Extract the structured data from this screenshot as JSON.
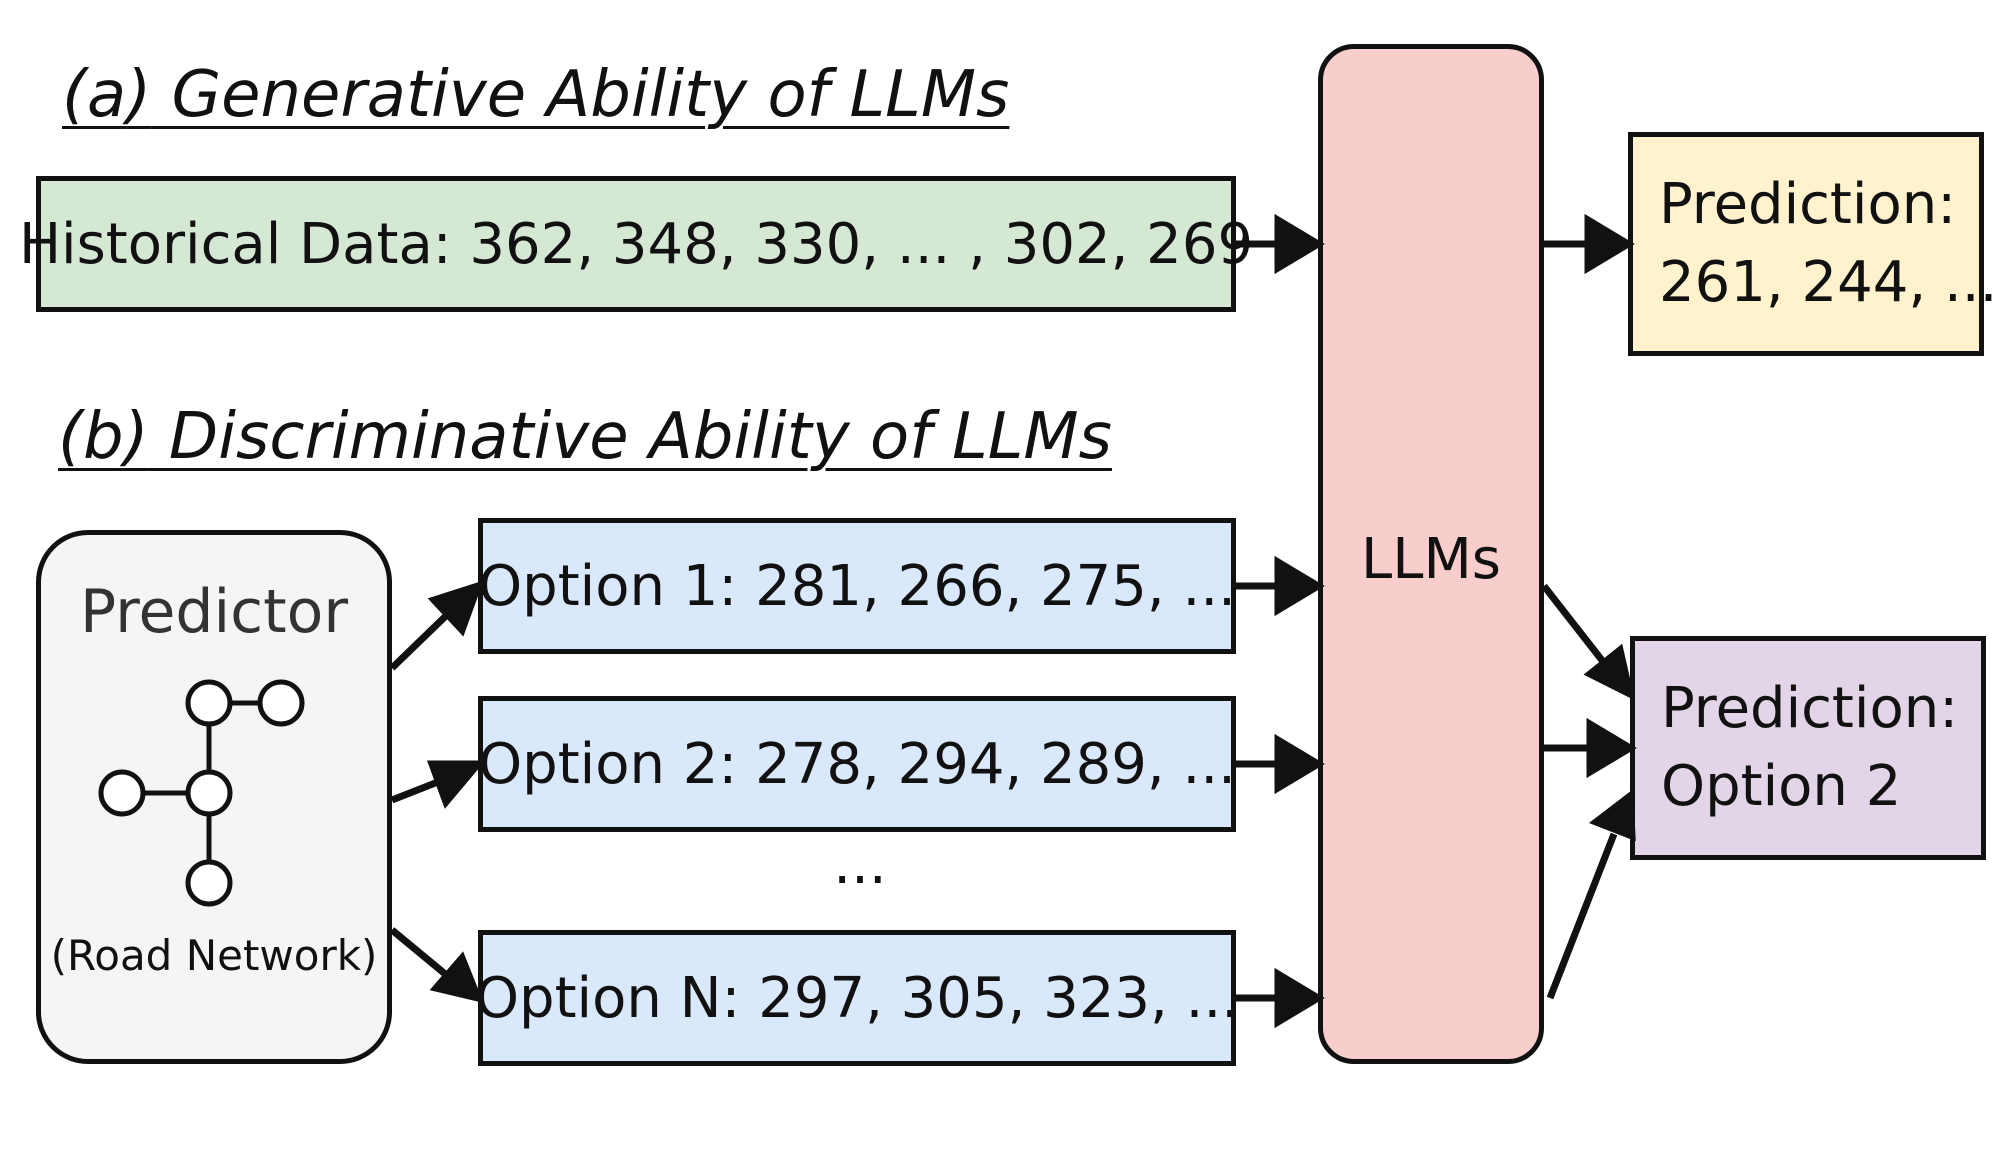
{
  "section_a": {
    "prefix": "(",
    "letter": "a",
    "suffix": ")",
    "title": " Generative Ability of LLMs"
  },
  "section_b": {
    "prefix": "(",
    "letter": "b",
    "suffix": ")",
    "title": " Discriminative Ability of LLMs"
  },
  "historical": {
    "text": "Historical Data: 362, 348, 330, ... , 302, 269"
  },
  "prediction_a": {
    "line1": "Prediction:",
    "line2": "261, 244, ..."
  },
  "predictor": {
    "title": "Predictor",
    "caption": "(Road Network)"
  },
  "options": [
    {
      "text": "Option 1: 281, 266, 275, ..."
    },
    {
      "text": "Option 2: 278, 294, 289, ..."
    },
    {
      "text": "Option N: 297, 305, 323, ..."
    }
  ],
  "ellipsis": "...",
  "llm": {
    "label": "LLMs"
  },
  "prediction_b": {
    "line1": "Prediction:",
    "line2": "Option 2"
  },
  "colors": {
    "historical_fill": "#d5e8d4",
    "prediction_a_fill": "#fff2cc",
    "llm_fill": "#f8cecc",
    "option_fill": "#dae8fc",
    "prediction_b_fill": "#e1d5e7",
    "predictor_fill": "#f5f5f5"
  }
}
